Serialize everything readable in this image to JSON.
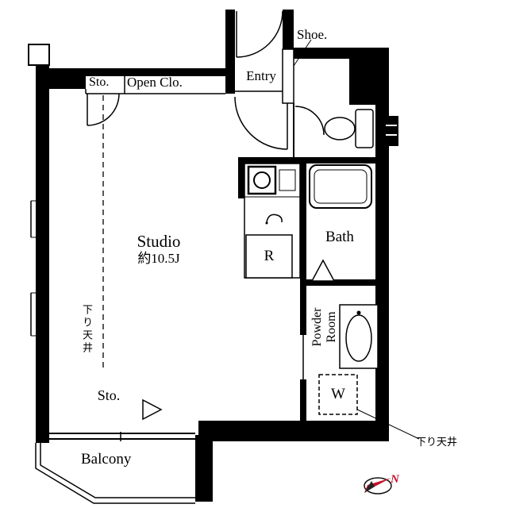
{
  "rooms": {
    "studio": {
      "name": "Studio",
      "area": "約10.5J"
    },
    "entry": {
      "label": "Entry"
    },
    "shoe": {
      "label": "Shoe."
    },
    "open_closet": {
      "label": "Open Clo."
    },
    "storage_top": {
      "label": "Sto."
    },
    "storage_bottom": {
      "label": "Sto."
    },
    "bath": {
      "label": "Bath"
    },
    "powder_room": {
      "line1": "Powder",
      "line2": "Room"
    },
    "balcony": {
      "label": "Balcony"
    }
  },
  "fixtures": {
    "refrigerator_space": {
      "label": "R"
    },
    "washer_space": {
      "label": "W"
    }
  },
  "annotations": {
    "lowered_ceiling_left": {
      "label": "下り天井"
    },
    "lowered_ceiling_right": {
      "label": "下り天井"
    }
  },
  "compass": {
    "label": "N",
    "color": "#c3112b"
  },
  "colors": {
    "wall": "#000000",
    "line": "#000000",
    "background": "#ffffff"
  }
}
